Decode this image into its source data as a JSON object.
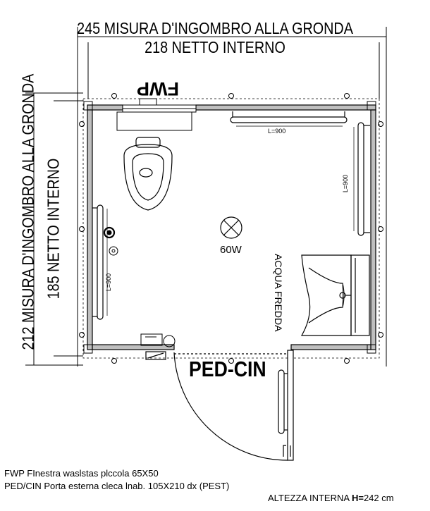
{
  "dimensions": {
    "top_outer": "245 MISURA D'INGOMBRO ALLA GRONDA",
    "top_inner": "218 NETTO INTERNO",
    "left_outer": "212 MISURA D'INGOMBRO ALLA GRONDA",
    "left_inner": "185 NETTO INTERNO"
  },
  "labels": {
    "window": "FWP",
    "door": "PED-CIN",
    "lamp": "60W",
    "sink_water": "ACQUA FREDDA",
    "bar_top": "L=900",
    "bar_right": "L=900",
    "bar_left": "L=900"
  },
  "legend": {
    "fwp": "FWP FInestra waslstas plccola 65X50",
    "pedcin": "PED/CIN Porta esterna cleca lnab. 105X210 dx (PEST)"
  },
  "height_note": {
    "prefix": "ALTEZZA INTERNA ",
    "symbol": "H=",
    "value": "242 cm"
  },
  "colors": {
    "line": "#000000",
    "wall_fill": "#bfbfbf"
  }
}
